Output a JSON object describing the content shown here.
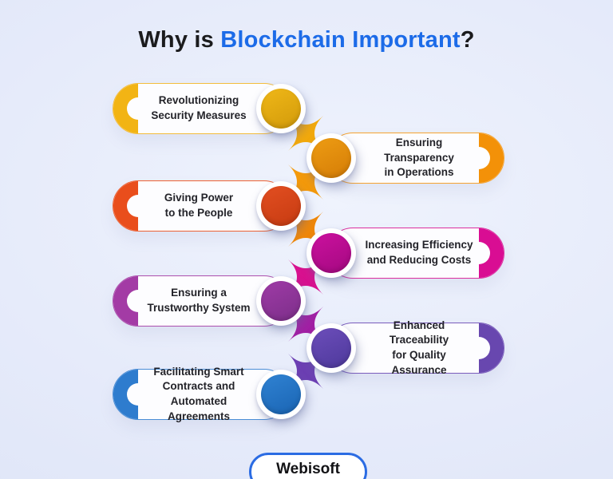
{
  "title": {
    "prefix": "Why is ",
    "highlight": "Blockchain Important",
    "suffix": "?"
  },
  "items": [
    {
      "label": "Revolutionizing\nSecurity Measures",
      "side": "left",
      "cap_color": "#F2B414",
      "border_color": "#F3BC3C",
      "circle_top": "#EDB517",
      "circle_bottom": "#D49C0B"
    },
    {
      "label": "Ensuring Transparency\nin Operations",
      "side": "right",
      "cap_color": "#F39108",
      "border_color": "#F5A330",
      "circle_top": "#EC9A12",
      "circle_bottom": "#D67E07"
    },
    {
      "label": "Giving Power\nto the People",
      "side": "left",
      "cap_color": "#E94E1C",
      "border_color": "#EC6234",
      "circle_top": "#E04D20",
      "circle_bottom": "#C83C12"
    },
    {
      "label": "Increasing Efficiency\nand Reducing Costs",
      "side": "right",
      "cap_color": "#D90D93",
      "border_color": "#DB2F9F",
      "circle_top": "#C8109C",
      "circle_bottom": "#A60982"
    },
    {
      "label": "Ensuring a\nTrustworthy System",
      "side": "left",
      "cap_color": "#A33BA5",
      "border_color": "#AC4FAE",
      "circle_top": "#9C3AA4",
      "circle_bottom": "#7E2F8B"
    },
    {
      "label": "Enhanced Traceability\nfor Quality Assurance",
      "side": "right",
      "cap_color": "#6847AF",
      "border_color": "#7A5CBC",
      "circle_top": "#6A4CB8",
      "circle_bottom": "#4F3A9D"
    },
    {
      "label": "Facilitating Smart\nContracts and\nAutomated Agreements",
      "side": "left",
      "cap_color": "#2E7CCE",
      "border_color": "#4A8DD6",
      "circle_top": "#2E80D0",
      "circle_bottom": "#1B66B5"
    }
  ],
  "connectors": [
    {
      "color": "#F2A90C"
    },
    {
      "color": "#F3990B"
    },
    {
      "color": "#F08708"
    },
    {
      "color": "#D8118F"
    },
    {
      "color": "#A21FA4"
    },
    {
      "color": "#6C3FB3"
    }
  ],
  "footer": {
    "brand": "Webisoft",
    "border_color": "#2B6CE3"
  },
  "colors": {
    "background_center": "#EFF3FD",
    "background_edge": "#DCE3F7",
    "title_text": "#1B1B1D",
    "title_accent": "#1C6BE8",
    "label_text": "#232329"
  }
}
